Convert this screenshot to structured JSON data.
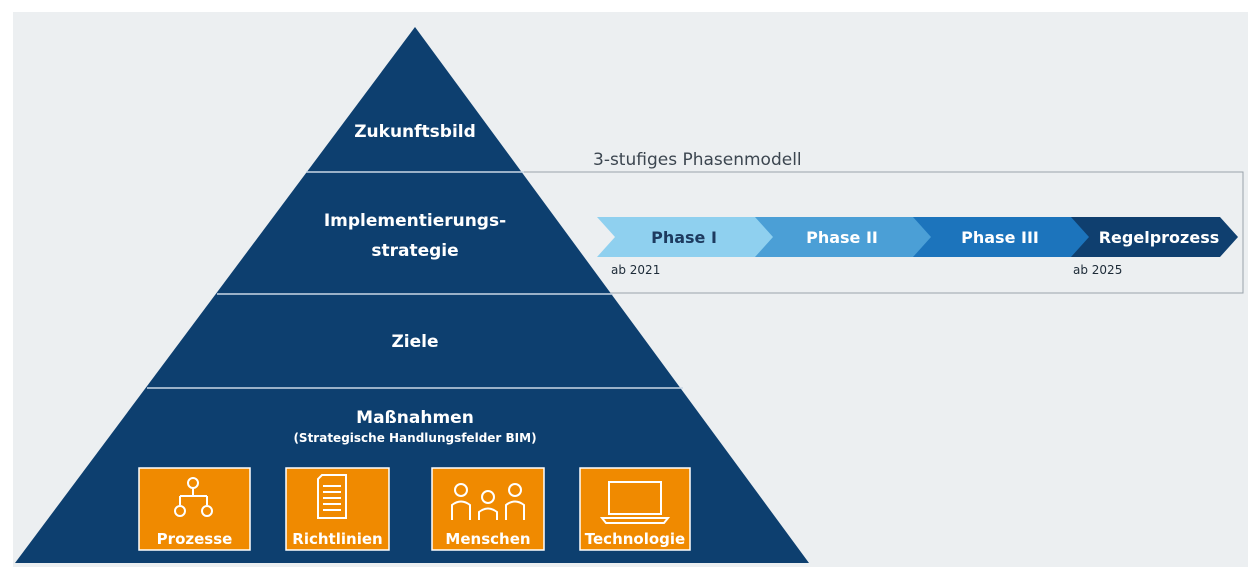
{
  "pyramid": {
    "tier1": "Zukunftsbild",
    "tier2_line1": "Implementierungs-",
    "tier2_line2": "strategie",
    "tier3": "Ziele",
    "tier4_title": "Maßnahmen",
    "tier4_subtitle": "(Strategische Handlungsfelder BIM)",
    "fields": [
      {
        "label": "Prozesse",
        "icon": "process-icon"
      },
      {
        "label": "Richtlinien",
        "icon": "document-icon"
      },
      {
        "label": "Menschen",
        "icon": "people-icon"
      },
      {
        "label": "Technologie",
        "icon": "laptop-icon"
      }
    ]
  },
  "phase_model": {
    "title": "3-stufiges Phasenmodell",
    "phases": [
      {
        "label": "Phase I",
        "color": "#8fd0ef",
        "text_color": "#1d3a5f"
      },
      {
        "label": "Phase II",
        "color": "#4b9fd6",
        "text_color": "#ffffff"
      },
      {
        "label": "Phase III",
        "color": "#1c74bc",
        "text_color": "#ffffff"
      },
      {
        "label": "Regelprozess",
        "color": "#0f3f6f",
        "text_color": "#ffffff"
      }
    ],
    "start_label": "ab 2021",
    "end_label": "ab 2025"
  },
  "colors": {
    "background": "#eceff1",
    "pyramid": "#0d3f6f",
    "divider": "#c9d7e6",
    "field_fill": "#f08a00",
    "field_border": "#ffffff",
    "frame": "#9aa3ab",
    "caption": "#3c4650"
  }
}
